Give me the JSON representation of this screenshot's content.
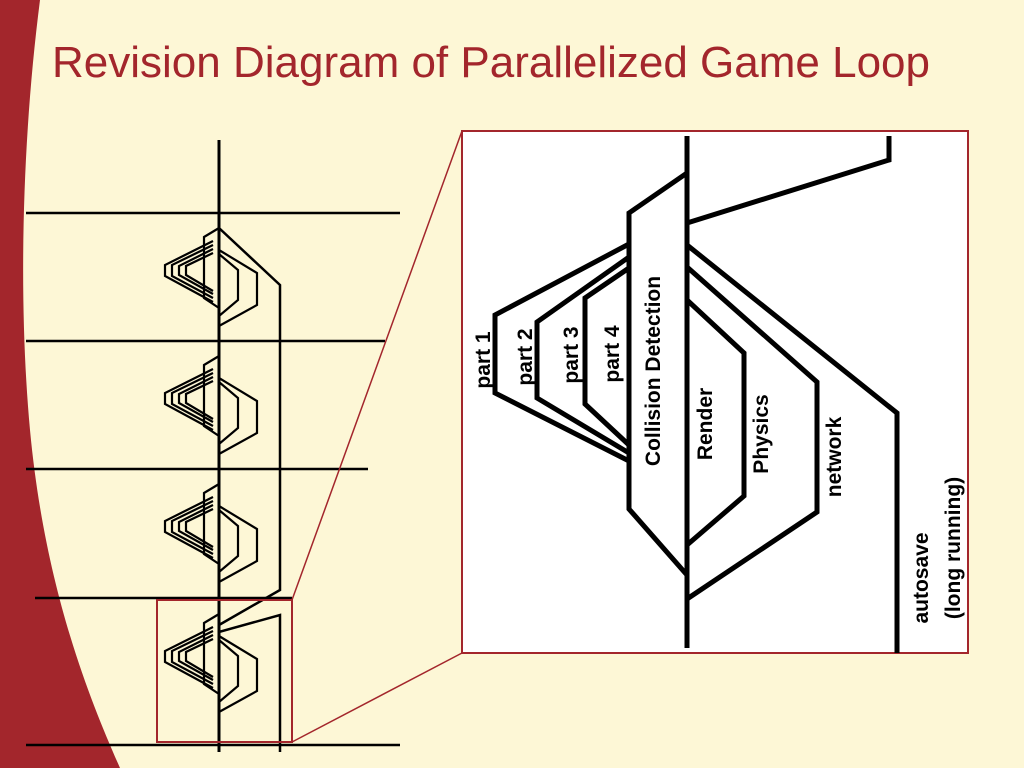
{
  "slide": {
    "title": "Revision Diagram of Parallelized Game Loop",
    "colors": {
      "background": "#fdf7d6",
      "accent": "#a3262c",
      "line": "#000000"
    }
  },
  "diagram": {
    "labels": {
      "part1": "part 1",
      "part2": "part 2",
      "part3": "part 3",
      "part4": "part 4",
      "collision": "Collision Detection",
      "render": "Render",
      "physics": "Physics",
      "network": "network",
      "autosave_line1": "autosave",
      "autosave_line2": "(long running)"
    }
  }
}
